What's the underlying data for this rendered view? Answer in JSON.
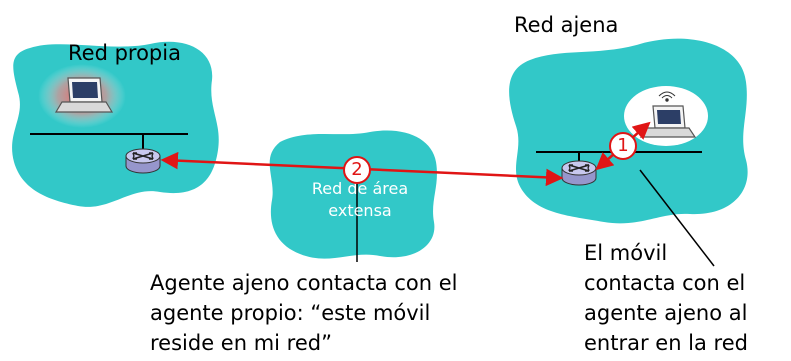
{
  "colors": {
    "cloud": "#32c8c8",
    "arrow": "#e01515",
    "router_top": "#c8c8ee",
    "router_body": "#9696cc",
    "halo": "#ff6666"
  },
  "icons": [
    "cloud-shape",
    "router-icon",
    "laptop-icon",
    "wireless-signal-icon"
  ],
  "home_network": {
    "label": "Red propia"
  },
  "foreign_network": {
    "label": "Red ajena"
  },
  "wan": {
    "line1": "Red de área",
    "line2": "extensa"
  },
  "steps": [
    {
      "number": "1"
    },
    {
      "number": "2"
    }
  ],
  "annotations": {
    "agent_contact": {
      "line1": "Agente ajeno contacta con el",
      "line2": "agente propio: “este móvil",
      "line3": "reside en mi red”"
    },
    "mobile_contact": {
      "line1": "El móvil",
      "line2": "contacta con el",
      "line3": "agente ajeno al",
      "line4": "entrar en la red"
    }
  }
}
